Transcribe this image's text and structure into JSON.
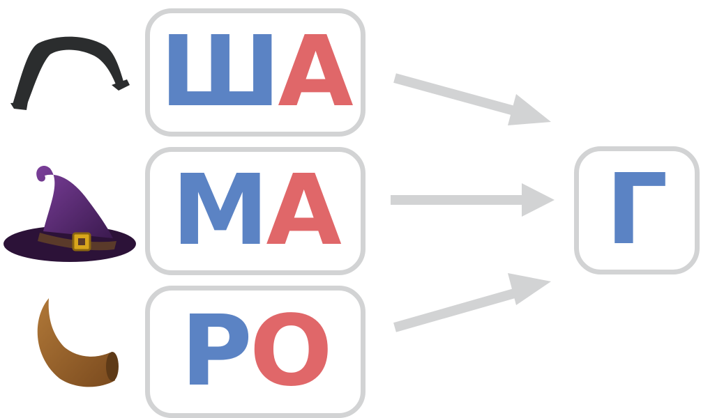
{
  "rows": [
    {
      "picture": "hair-icon",
      "first": "Ш",
      "second": "А"
    },
    {
      "picture": "witch-hat-icon",
      "first": "М",
      "second": "А"
    },
    {
      "picture": "horn-icon",
      "first": "Р",
      "second": "О"
    }
  ],
  "answer": "Г",
  "colors": {
    "first_letter": "#5b83c4",
    "second_letter": "#e06769",
    "box_border": "#d2d3d4",
    "arrow": "#d2d3d4"
  }
}
